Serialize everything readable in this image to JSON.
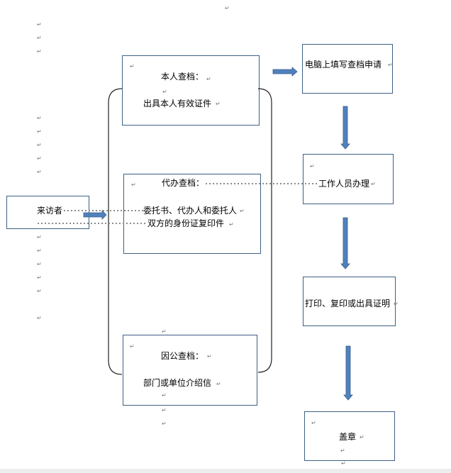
{
  "visitor": {
    "label": "来访者"
  },
  "self": {
    "title": "本人查档：",
    "desc": "出具本人有效证件"
  },
  "proxy": {
    "title": "代办查档：",
    "line1": "委托书、代办人和委托人",
    "line2": "双方的身份证复印件"
  },
  "official": {
    "title": "因公查档：",
    "desc": "部门或单位介绍信"
  },
  "steps": [
    "电脑上填写查档申请",
    "工作人员办理",
    "打印、复印或出具证明",
    "盖章"
  ],
  "paragraph_mark": "↵",
  "colors": {
    "box_border": "#3f5f86",
    "arrow_fill": "#4f81bd",
    "arrow_stroke": "#385d8a",
    "dotted": "#8c8c8c",
    "brace": "#222222"
  }
}
